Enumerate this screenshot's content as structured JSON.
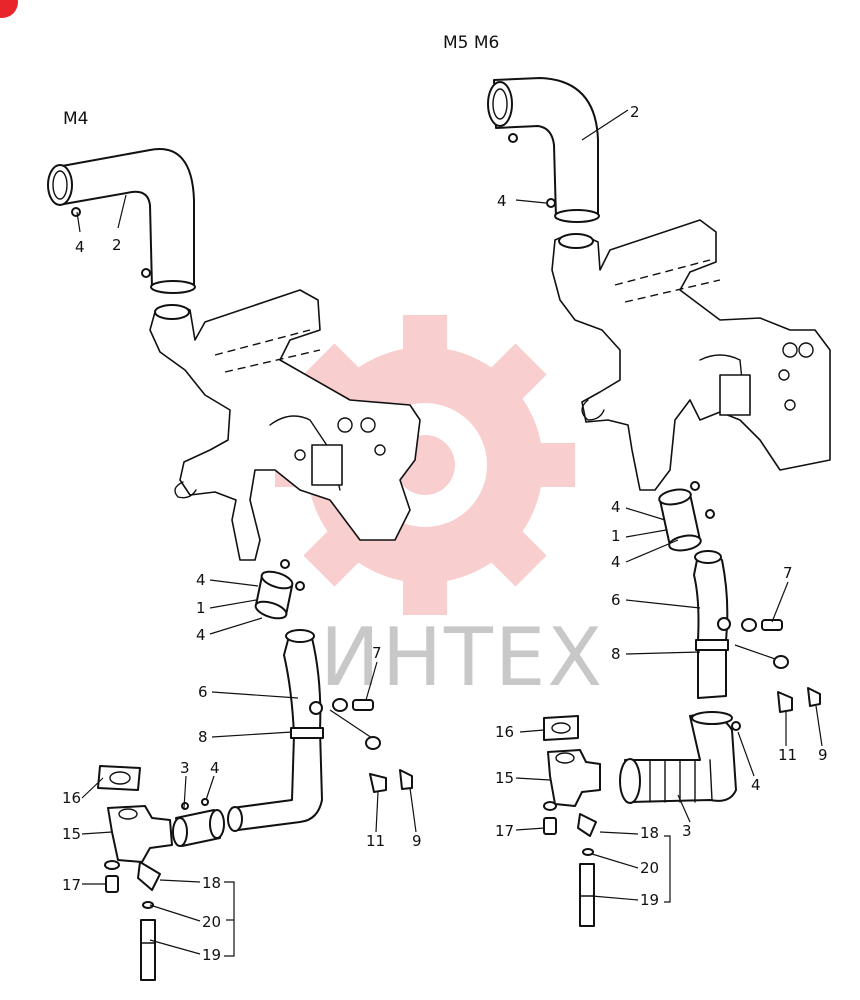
{
  "headers": {
    "left": "M4",
    "right": "M5 M6"
  },
  "watermark": {
    "text": "ИНТЕХ",
    "color": "#e8252b"
  },
  "callouts": {
    "left": {
      "c2": "2",
      "c4a": "4",
      "c4b": "4",
      "c1": "1",
      "c4c": "4",
      "c6": "6",
      "c8": "8",
      "c7": "7",
      "c3": "3",
      "c4d": "4",
      "c16": "16",
      "c15": "15",
      "c11": "11",
      "c9": "9",
      "c17": "17",
      "c18": "18",
      "c20": "20",
      "c19": "19"
    },
    "right": {
      "c2": "2",
      "c4a": "4",
      "c4b": "4",
      "c1": "1",
      "c4c": "4",
      "c6": "6",
      "c7": "7",
      "c8": "8",
      "c16": "16",
      "c15": "15",
      "c3": "3",
      "c4d": "4",
      "c11": "11",
      "c9": "9",
      "c17": "17",
      "c18": "18",
      "c20": "20",
      "c19": "19"
    }
  },
  "icons": {
    "corner": "red-corner-badge-icon",
    "watermark": "gear-logo-icon"
  }
}
